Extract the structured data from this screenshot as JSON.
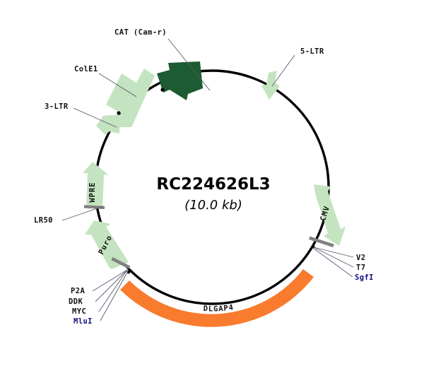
{
  "plasmid": {
    "name": "RC224626L3",
    "size_label": "(10.0 kb)",
    "backbone_color": "#000000",
    "colors": {
      "light_green": "#c4e3c0",
      "dark_green": "#1d5b32",
      "orange": "#f97b2e",
      "site_bar": "#808080",
      "label_black": "#111111",
      "label_blue": "#101080"
    }
  },
  "features": [
    {
      "id": "cat",
      "label": "CAT (Cam-r)",
      "color": "dark_green",
      "shape": "arrow",
      "label_inside": false
    },
    {
      "id": "cole1",
      "label": "ColE1",
      "color": "light_green",
      "shape": "arrow",
      "label_inside": false
    },
    {
      "id": "ltr3",
      "label": "3-LTR",
      "color": "light_green",
      "shape": "arrow",
      "label_inside": false
    },
    {
      "id": "wpre",
      "label": "WPRE",
      "color": "light_green",
      "shape": "arrow",
      "label_inside": true
    },
    {
      "id": "puro",
      "label": "Puro",
      "color": "light_green",
      "shape": "arrow",
      "label_inside": true
    },
    {
      "id": "dlgap4",
      "label": "DLGAP4",
      "color": "orange",
      "shape": "band",
      "label_inside": true
    },
    {
      "id": "cmv",
      "label": "CMV",
      "color": "light_green",
      "shape": "arrow",
      "label_inside": true
    },
    {
      "id": "ltr5",
      "label": "5-LTR",
      "color": "light_green",
      "shape": "arrow",
      "label_inside": false
    }
  ],
  "callouts": [
    {
      "id": "cat",
      "text": "CAT (Cam-r)",
      "kind": "feature"
    },
    {
      "id": "cole1",
      "text": "ColE1",
      "kind": "feature"
    },
    {
      "id": "ltr3",
      "text": "3-LTR",
      "kind": "feature"
    },
    {
      "id": "lr50",
      "text": "LR50",
      "kind": "feature"
    },
    {
      "id": "ltr5",
      "text": "5-LTR",
      "kind": "feature"
    },
    {
      "id": "p2a",
      "text": "P2A",
      "kind": "feature"
    },
    {
      "id": "ddk",
      "text": "DDK",
      "kind": "feature"
    },
    {
      "id": "myc",
      "text": "MYC",
      "kind": "feature"
    },
    {
      "id": "mlui",
      "text": "MluI",
      "kind": "site"
    },
    {
      "id": "v2",
      "text": "V2",
      "kind": "feature"
    },
    {
      "id": "t7",
      "text": "T7",
      "kind": "feature"
    },
    {
      "id": "sgfi",
      "text": "SgfI",
      "kind": "site"
    }
  ],
  "inline_feature_labels": {
    "wpre": "WPRE",
    "puro": "Puro",
    "cmv": "CMV",
    "dlgap4": "DLGAP4"
  }
}
